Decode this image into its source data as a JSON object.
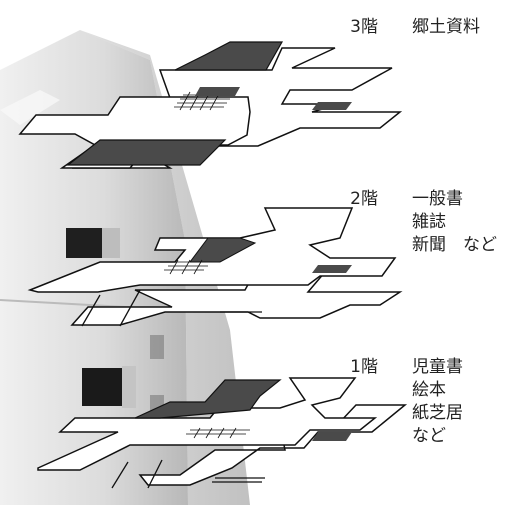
{
  "floors": [
    {
      "id": "3f",
      "label": "3階",
      "contents": [
        "郷土資料"
      ]
    },
    {
      "id": "2f",
      "label": "2階",
      "contents": [
        "一般書",
        "雑誌",
        "新聞　など"
      ]
    },
    {
      "id": "1f",
      "label": "1階",
      "contents": [
        "児童書",
        "絵本",
        "紙芝居",
        "など"
      ]
    }
  ],
  "colors": {
    "floor_fill": "#ffffff",
    "floor_stroke": "#111111",
    "shaded_area": "#4a4a4a",
    "building_light": "#e4e4e4",
    "building_shadow": "#9a9a9a"
  }
}
